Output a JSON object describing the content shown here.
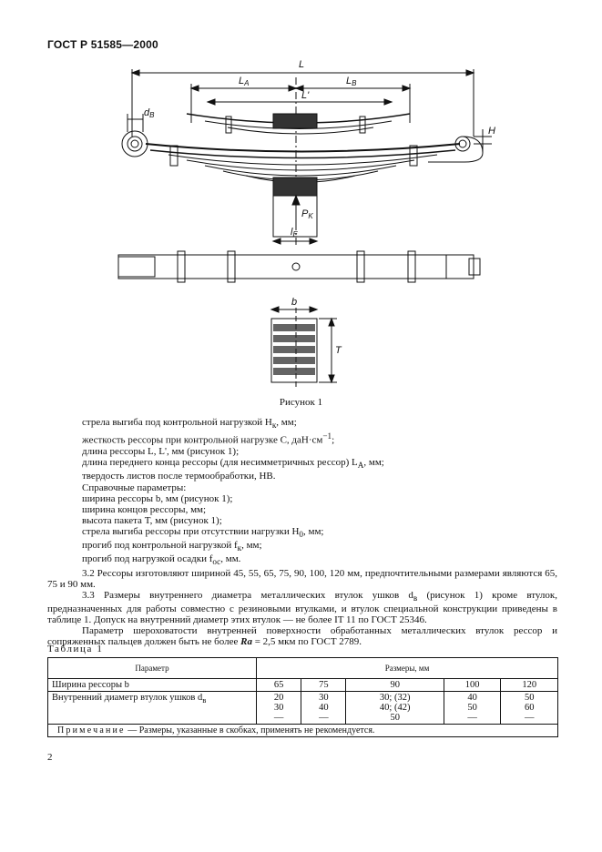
{
  "header": {
    "title": "ГОСТ Р 51585—2000"
  },
  "figure": {
    "caption": "Рисунок 1",
    "labels": {
      "L": "L",
      "L1": "L",
      "L1_sub": "A",
      "LB": "L",
      "LB_sub": "B",
      "Lprime": "L'",
      "d": "d",
      "d_sub": "B",
      "H": "H",
      "P": "P",
      "P_sub": "K",
      "le": "l",
      "le_sub": "E",
      "b": "b",
      "T": "T"
    }
  },
  "body": {
    "lines": [
      "стрела выгиба под контрольной нагрузкой H",
      "к",
      ", мм;",
      "жесткость рессоры при контрольной нагрузке C, даН·см",
      "−1",
      ";",
      "длина рессоры L, L', мм (рисунок 1);",
      "длина переднего конца рессоры (для несимметричных рессор) L",
      "A",
      ", мм;",
      "твердость листов после термообработки, НВ.",
      "Справочные параметры:",
      "ширина рессоры b, мм (рисунок 1);",
      "ширина концов рессоры, мм;",
      "высота пакета T, мм (рисунок 1);",
      "стрела выгиба рессоры при отсутствии нагрузки H",
      "0",
      ", мм;",
      "прогиб под контрольной нагрузкой f",
      "к",
      ", мм;",
      "прогиб под нагрузкой осадки f",
      "ос",
      ", мм."
    ],
    "p32": "3.2 Рессоры изготовляют шириной 45, 55, 65, 75, 90, 100, 120 мм, предпочтительными размерами являются 65, 75 и 90 мм.",
    "p33a": "3.3 Размеры внутреннего диаметра металлических втулок ушков d",
    "p33a_sub": "в",
    "p33b": " (рисунок 1) кроме втулок, предназначенных для работы совместно с резиновыми втулками, и втулок специальной конструкции приведены в таблице 1. Допуск на внутренний диаметр этих втулок — не более IT 11 по ГОСТ 25346.",
    "p34a": "Параметр шероховатости внутренней поверхности обработанных металлических втулок рессор и сопряженных пальцев должен быть не более ",
    "p34b": "Ra",
    "p34c": " = 2,5 мкм по ГОСТ 2789."
  },
  "table": {
    "title": "Таблица 1",
    "head_param": "Параметр",
    "head_sizes": "Размеры, мм",
    "row1_label": "Ширина рессоры b",
    "row1": [
      "65",
      "75",
      "90",
      "100",
      "120"
    ],
    "row2_label": "Внутренний диаметр втулок ушков d",
    "row2_sub": "в",
    "row2": [
      [
        "20",
        "30",
        "—"
      ],
      [
        "30",
        "40",
        "—"
      ],
      [
        "30; (32)",
        "40; (42)",
        "50"
      ],
      [
        "40",
        "50",
        "—"
      ],
      [
        "50",
        "60",
        "—"
      ]
    ],
    "note_prefix": "Примечание",
    "note_text": " — Размеры, указанные в скобках, применять не рекомендуется."
  },
  "page_number": "2"
}
